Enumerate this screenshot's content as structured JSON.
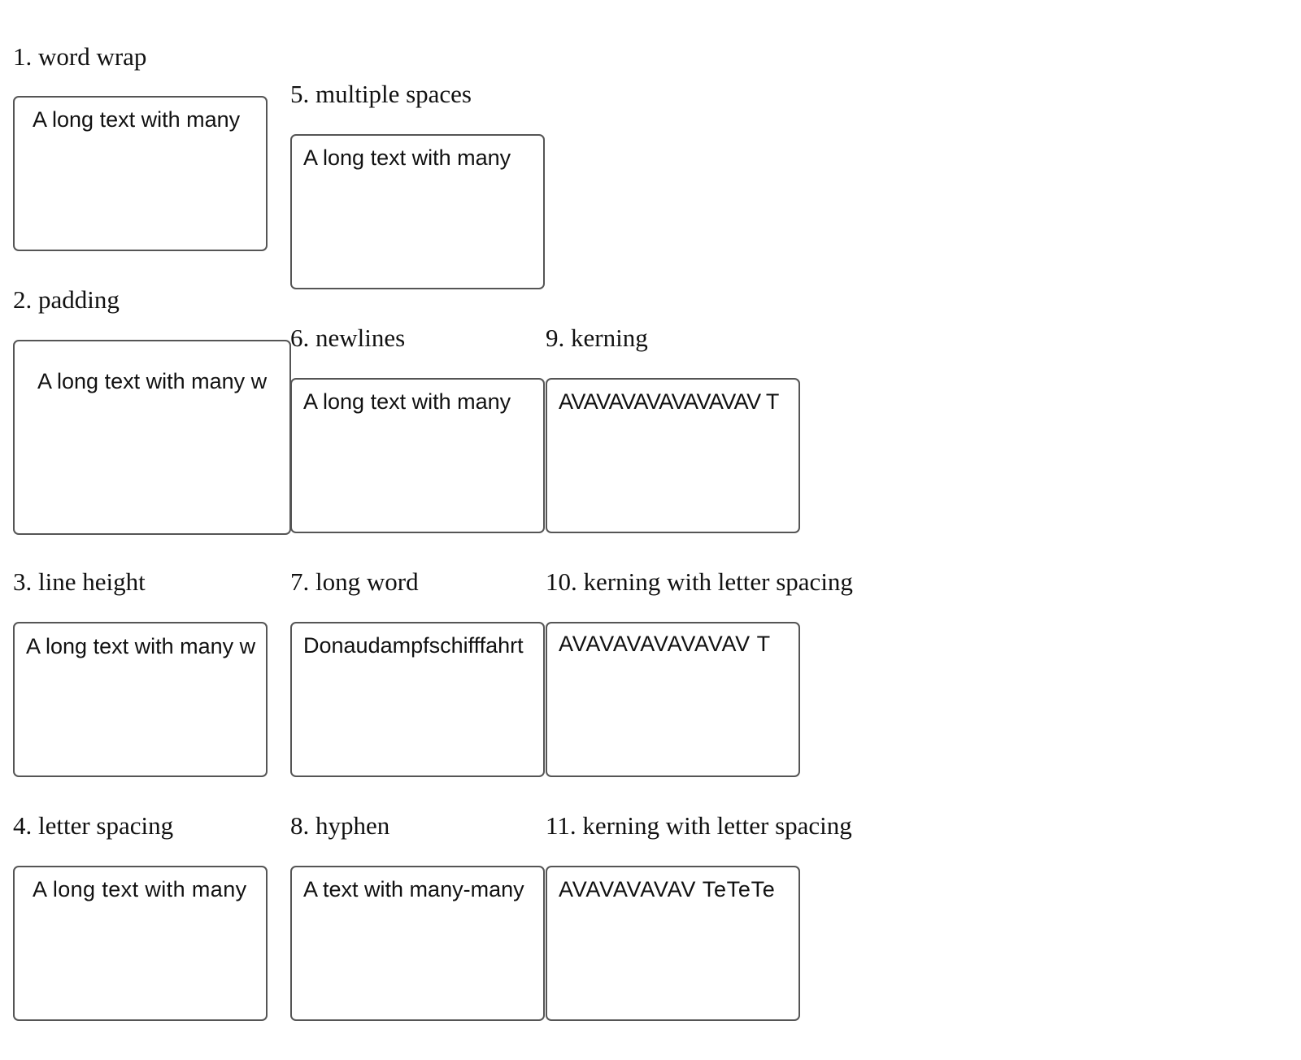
{
  "tests": [
    {
      "heading": "1. word wrap",
      "text": "A long text with many"
    },
    {
      "heading": "2. padding",
      "text": "A long text with many w"
    },
    {
      "heading": "3. line height",
      "text": "A long text with many w"
    },
    {
      "heading": "4. letter spacing",
      "text": "A long text with many"
    },
    {
      "heading": "5. multiple spaces",
      "text": "A long text with many"
    },
    {
      "heading": "6. newlines",
      "text": "A long text with many"
    },
    {
      "heading": "7. long word",
      "text": "Donaudampfschifffahrt"
    },
    {
      "heading": "8. hyphen",
      "text": "A text with many-many"
    },
    {
      "heading": "9. kerning",
      "text": "AVAVAVAVAVAVAVAV T"
    },
    {
      "heading": "10. kerning with letter spacing",
      "text": "AVAVAVAVAVAVAV T"
    },
    {
      "heading": "11. kerning with letter spacing",
      "text": "AVAVAVAVAV TeTeTe"
    }
  ]
}
